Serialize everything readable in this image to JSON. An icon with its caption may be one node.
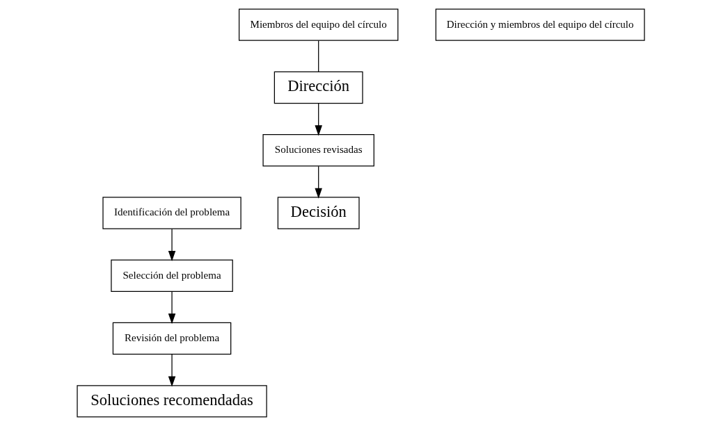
{
  "diagram": {
    "nodes": [
      {
        "text": [
          "Identificación del problema"
        ]
      },
      {
        "text": [
          "Decisión"
        ]
      },
      {
        "text": [
          "Selección del problema"
        ]
      },
      {
        "text": [
          "Soluciones revisadas"
        ]
      },
      {
        "text": [
          "Revisión del problema"
        ]
      },
      {
        "text": [
          "Soluciones recomendadas"
        ]
      },
      {
        "text": [
          "Dirección"
        ]
      },
      {
        "text": [
          "Miembros del equipo del círculo"
        ]
      },
      {
        "text": [
          "Dirección y miembros del equipo del círculo"
        ]
      }
    ],
    "edges": [
      {
        "from": 0,
        "to": 2,
        "arrow": "to"
      },
      {
        "from": 2,
        "to": 4,
        "arrow": "to"
      },
      {
        "from": 4,
        "to": 5,
        "arrow": "to"
      },
      {
        "from": 7,
        "to": 6,
        "arrow": "none"
      },
      {
        "from": 6,
        "to": 3,
        "arrow": "to"
      },
      {
        "from": 3,
        "to": 1,
        "arrow": "to"
      }
    ]
  }
}
